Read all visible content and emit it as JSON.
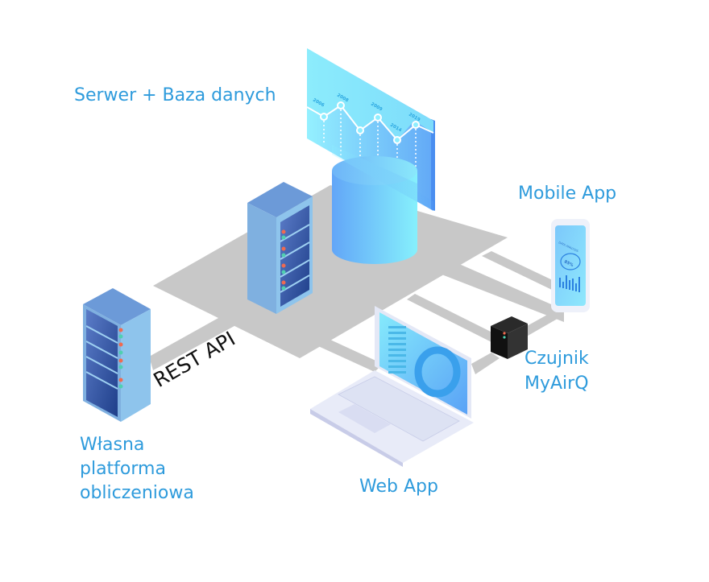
{
  "diagram": {
    "nodes": {
      "server_db": {
        "label": "Serwer + Baza danych"
      },
      "mobile_app": {
        "label": "Mobile App"
      },
      "sensor": {
        "label_line1": "Czujnik",
        "label_line2": "MyAirQ"
      },
      "web_app": {
        "label": "Web App"
      },
      "own_platform": {
        "label_line1": "Własna",
        "label_line2": "platforma",
        "label_line3": "obliczeniowa"
      }
    },
    "connections": {
      "rest_api": {
        "label": "REST API"
      }
    },
    "chart_panel": {
      "years": [
        "2006",
        "2008",
        "2009",
        "2014",
        "2019"
      ]
    },
    "phone_screen": {
      "title": "DATA ANALYSIS",
      "percent": "85%"
    },
    "colors": {
      "label": "#2e9bdc",
      "platform": "#c8c8c8",
      "server_side": "#7fb0e0",
      "server_front": "#1f3f8a",
      "panel_light": "#8eeeff",
      "panel_dark": "#5aa8f5",
      "sensor": "#1a1a1a",
      "led_red": "#f06a50",
      "led_green": "#4fd0b0"
    }
  }
}
